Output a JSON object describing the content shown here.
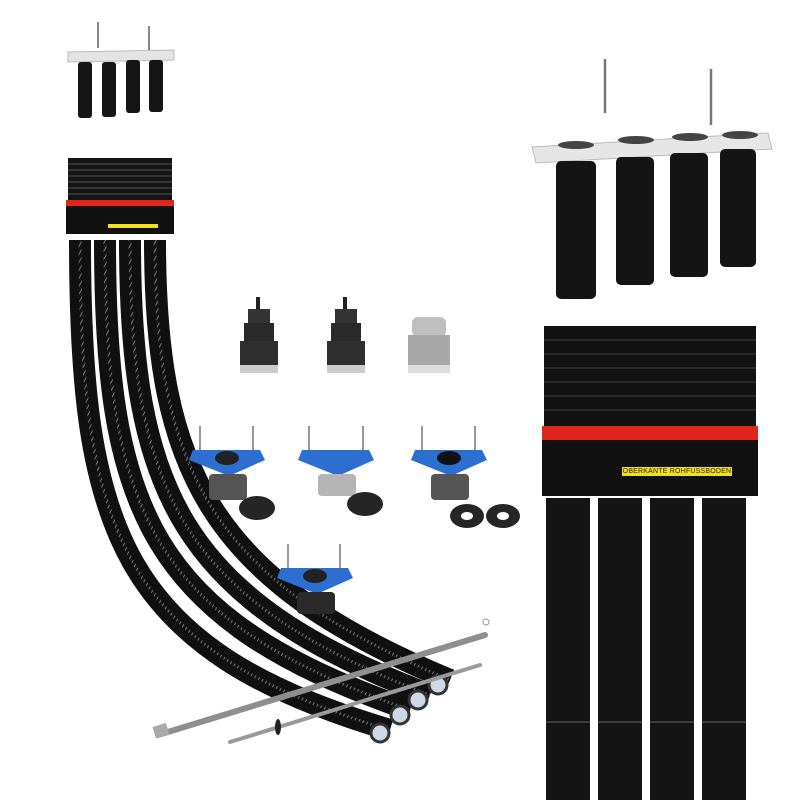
{
  "scene": {
    "description": "Product photo of a plumbing installation kit on white background",
    "background": "#ffffff",
    "colors": {
      "pipe_black": "#111111",
      "red_band": "#e0261c",
      "label_yellow": "#f2e21a",
      "mount_blue": "#2d6fd0",
      "plate_grey": "#e6e6e6",
      "rod_steel": "#9a9a9a"
    }
  },
  "items": {
    "small_template": {
      "name": "Installation template with 4 tubes (small)",
      "tube_count": 4
    },
    "large_template": {
      "name": "Installation template with 4 tubes (large)",
      "tube_count": 4,
      "screw_count": 2
    },
    "manifold_left": {
      "name": "Manifold block with corrugated hoses",
      "hose_count": 4,
      "label_text": "OBERKANTE ROHFUSSBODEN"
    },
    "manifold_right": {
      "name": "Manifold block (close-up)",
      "pipe_count": 4,
      "label_text": "OBERKANTE ROHFUSSBODEN"
    },
    "plugs": {
      "name": "Sealing plugs",
      "count": 3
    },
    "mounts": {
      "name": "Blue mounting flanges",
      "count": 4
    },
    "washers": {
      "name": "Foam seal rings",
      "count": 4
    },
    "rods": {
      "name": "Steel rods",
      "count": 2
    }
  }
}
